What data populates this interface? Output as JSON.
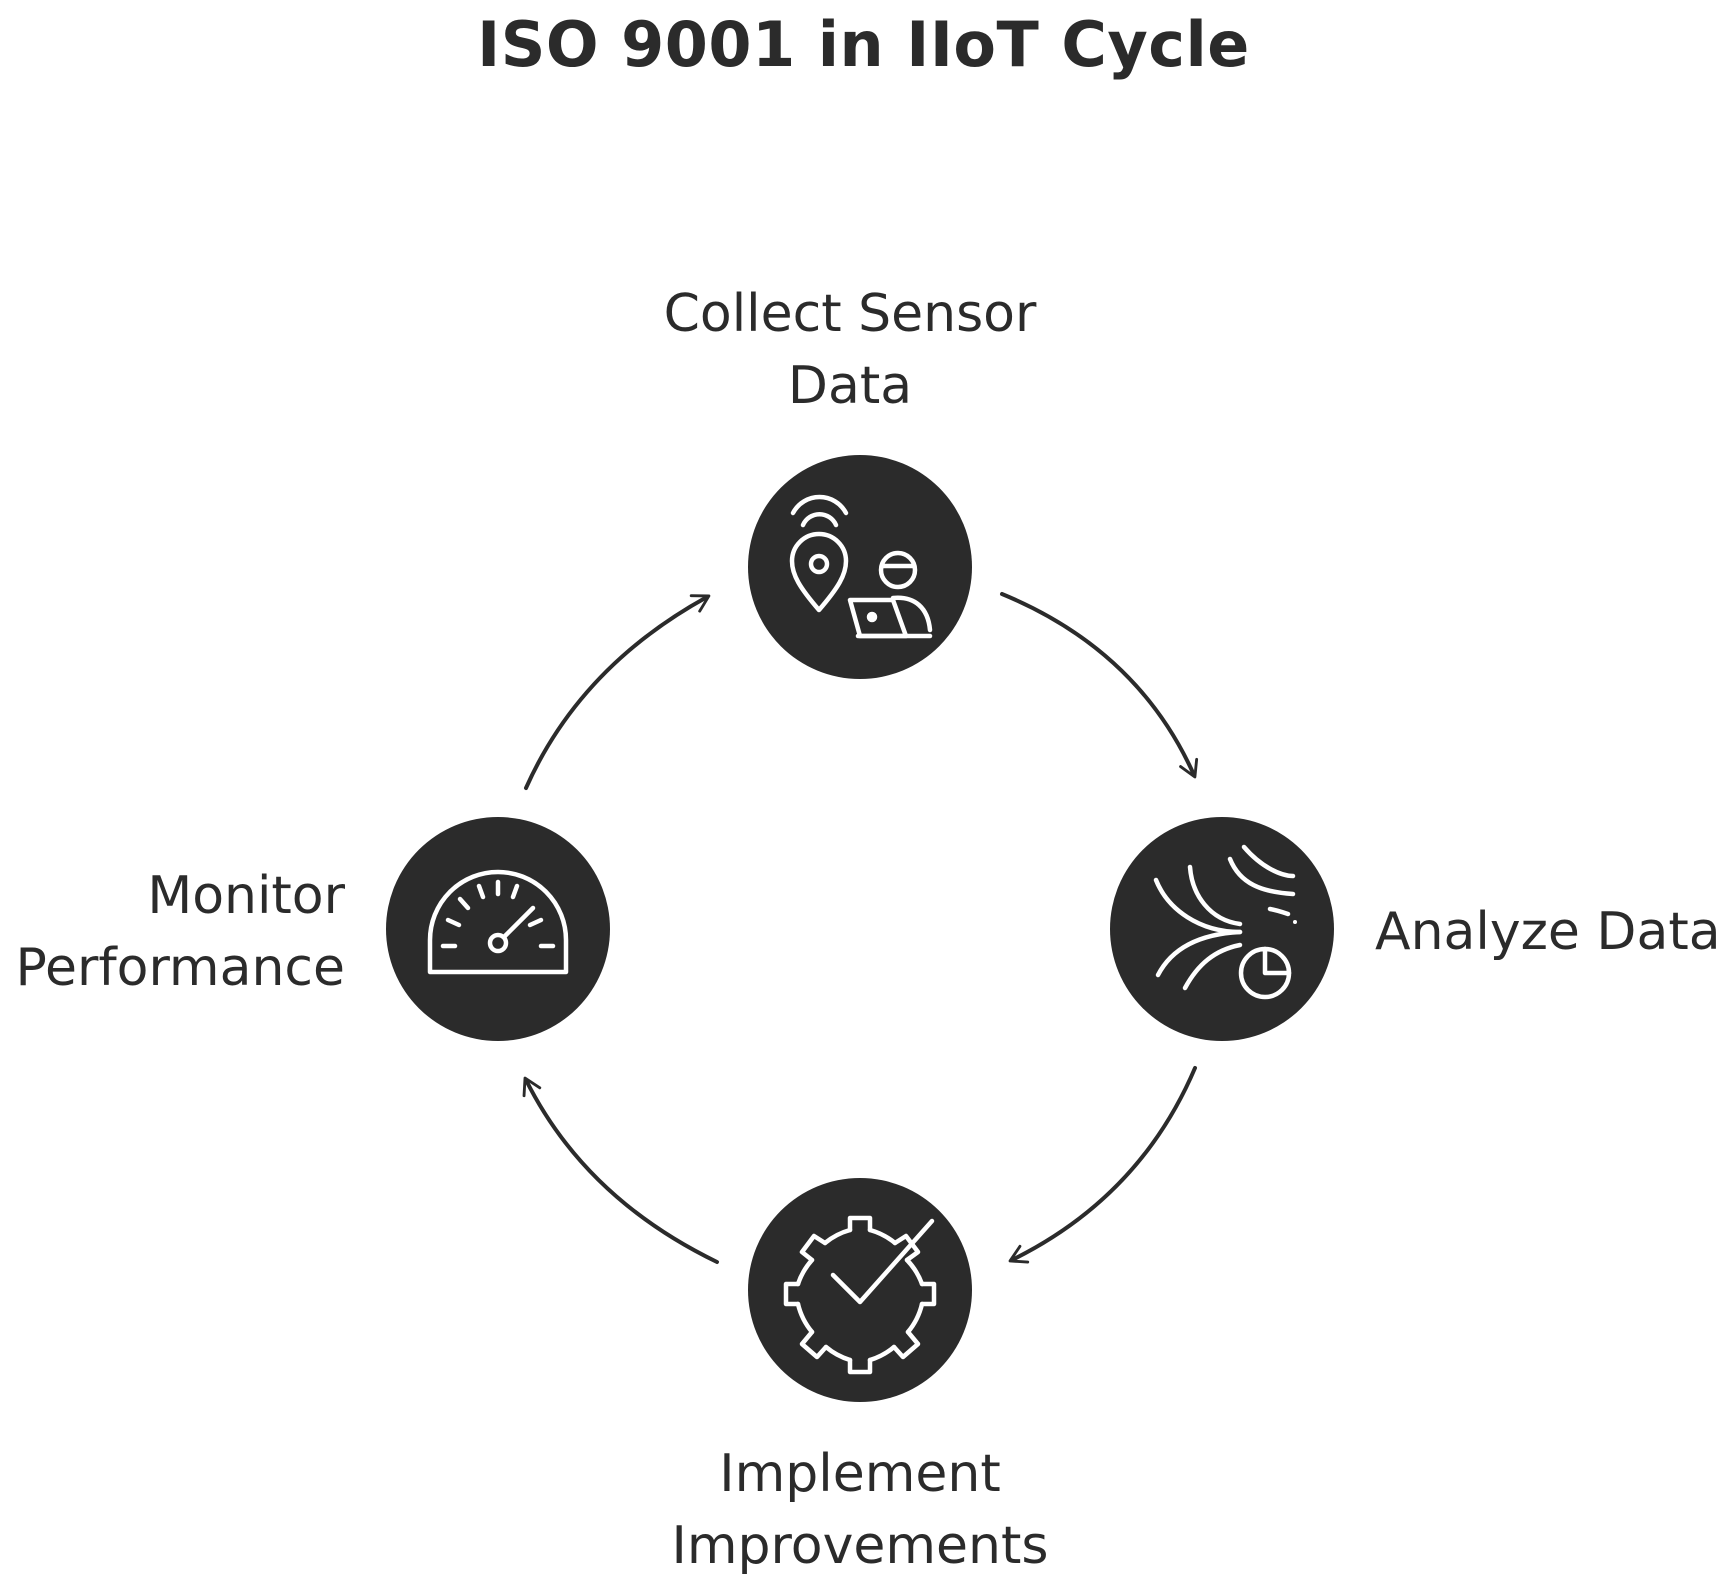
{
  "title": "ISO 9001 in IIoT Cycle",
  "colors": {
    "node_fill": "#2b2b2b",
    "icon_stroke": "#ffffff",
    "arrow": "#2b2b2b",
    "text": "#2b2b2b",
    "background": "#ffffff"
  },
  "steps": [
    {
      "position": "top",
      "label_lines": [
        "Collect Sensor",
        "Data"
      ],
      "icon": "location-wifi-person-laptop-icon"
    },
    {
      "position": "right",
      "label_lines": [
        "Analyze Data"
      ],
      "icon": "data-streams-pie-chart-icon"
    },
    {
      "position": "bottom",
      "label_lines": [
        "Implement",
        "Improvements"
      ],
      "icon": "gear-checkmark-icon"
    },
    {
      "position": "left",
      "label_lines": [
        "Monitor",
        "Performance"
      ],
      "icon": "speedometer-gauge-icon"
    }
  ],
  "flow": [
    "Collect Sensor Data",
    "Analyze Data",
    "Implement Improvements",
    "Monitor Performance",
    "Collect Sensor Data"
  ]
}
